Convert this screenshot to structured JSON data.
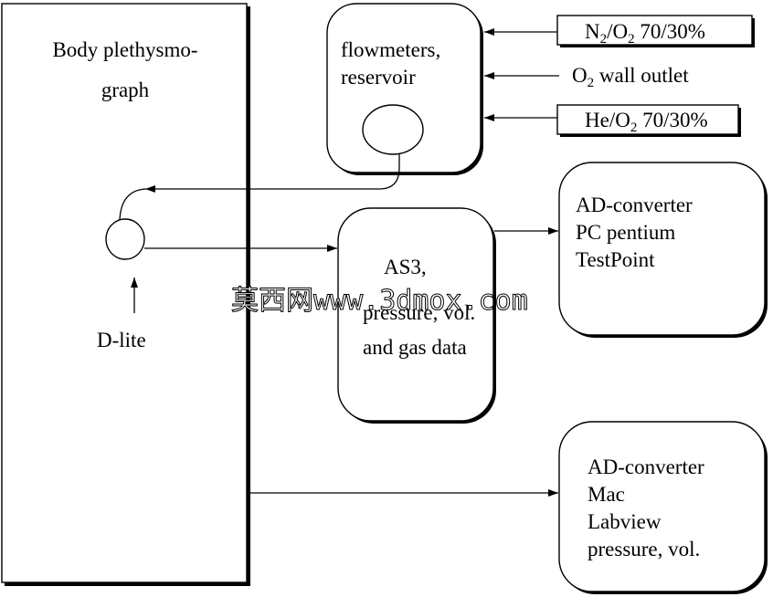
{
  "body_box": {
    "line1": "Body plethysmo-",
    "line2": "graph"
  },
  "dlite": "D-lite",
  "flowmeters": {
    "line1": "flowmeters,",
    "line2": "reservoir"
  },
  "sources": [
    {
      "parts": [
        "N",
        "2",
        "/O",
        "2",
        " 70/30%"
      ]
    },
    {
      "parts": [
        "O",
        "2",
        " wall outlet"
      ]
    },
    {
      "parts": [
        "He/O",
        "2",
        " 70/30%"
      ]
    }
  ],
  "as3": {
    "line1": "AS3,",
    "line2": "pressure, vol.",
    "line3": "and gas data"
  },
  "pc_box": {
    "lines": [
      "AD-converter",
      "PC pentium",
      "TestPoint"
    ]
  },
  "mac_box": {
    "lines": [
      "AD-converter",
      "Mac",
      "Labview",
      "pressure, vol."
    ]
  },
  "watermark": "莫西网www.3dmox.com"
}
